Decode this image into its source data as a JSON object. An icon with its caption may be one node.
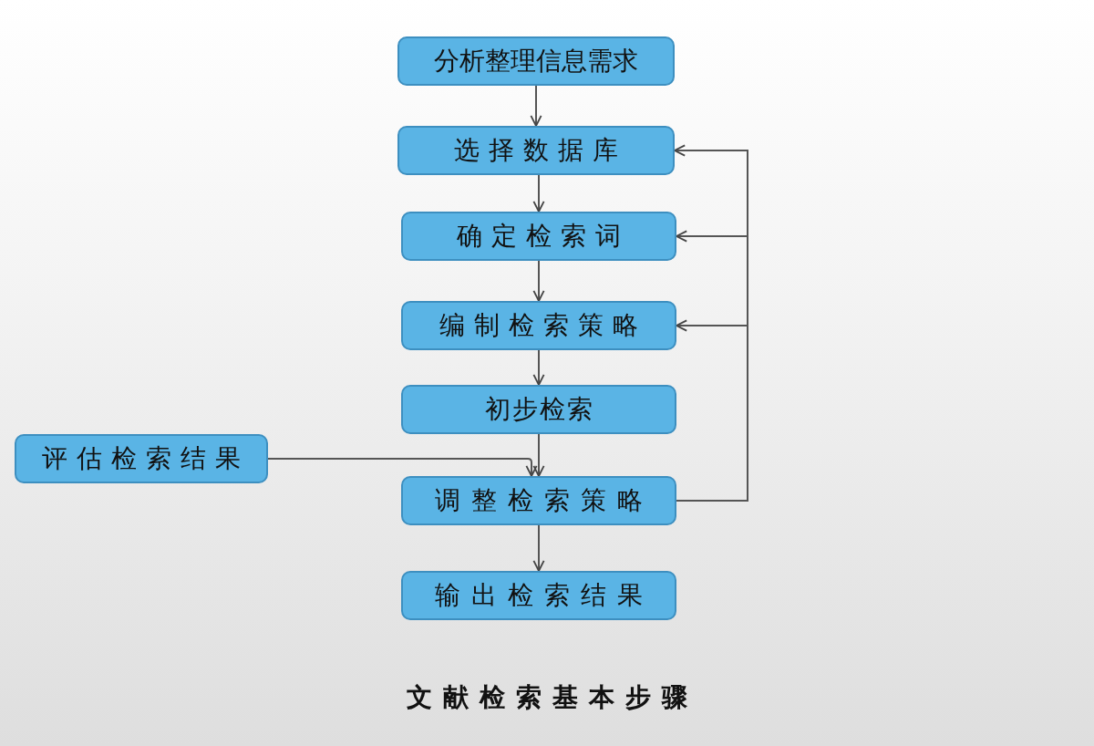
{
  "diagram": {
    "caption": "文献检索基本步骤",
    "nodes": [
      {
        "text": [
          "分析整理信息需求"
        ]
      },
      {
        "text": [
          "选择数据库"
        ]
      },
      {
        "text": [
          "确定检索词"
        ]
      },
      {
        "text": [
          "编制检索策略"
        ]
      },
      {
        "text": [
          "初步检索"
        ]
      },
      {
        "text": [
          "评估检索结果"
        ]
      },
      {
        "text": [
          "调整检索策略"
        ]
      },
      {
        "text": [
          "输出检索结果"
        ]
      }
    ],
    "edges": [
      {
        "from": 0,
        "to": 1,
        "arrow": "to"
      },
      {
        "from": 1,
        "to": 2,
        "arrow": "to"
      },
      {
        "from": 2,
        "to": 3,
        "arrow": "to"
      },
      {
        "from": 3,
        "to": 4,
        "arrow": "to"
      },
      {
        "from": 4,
        "to": 6,
        "arrow": "to"
      },
      {
        "from": 6,
        "to": 7,
        "arrow": "to"
      },
      {
        "from": 5,
        "to": 6,
        "arrow": "to"
      },
      {
        "from": 6,
        "to": 1,
        "arrow": "to"
      },
      {
        "from": 6,
        "to": 2,
        "arrow": "to"
      },
      {
        "from": 6,
        "to": 3,
        "arrow": "to"
      }
    ]
  }
}
